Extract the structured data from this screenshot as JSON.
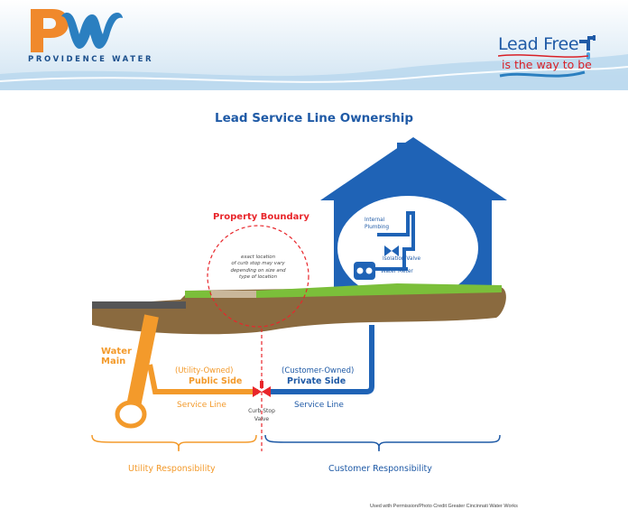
{
  "header": {
    "org_name": "PROVIDENCE WATER",
    "logo_letters": "PW",
    "campaign": {
      "line1": "Lead Free",
      "line2": "is the way to be"
    }
  },
  "diagram": {
    "title": "Lead Service Line Ownership",
    "property_boundary": "Property Boundary",
    "boundary_note": [
      "exact location",
      "of curb stop may vary",
      "depending on size and",
      "type of location"
    ],
    "internal_plumbing": [
      "Internal",
      "Plumbing"
    ],
    "isolation_valve": "Isolation Valve",
    "water_meter": "Water Meter",
    "water_main": [
      "Water",
      "Main"
    ],
    "utility_owned": "(Utility-Owned)",
    "public_side": "Public Side",
    "customer_owned": "(Customer-Owned)",
    "private_side": "Private Side",
    "service_line_left": "Service Line",
    "service_line_right": "Service Line",
    "curb_stop_valve": [
      "Curb Stop",
      "Valve"
    ],
    "utility_responsibility": "Utility Responsibility",
    "customer_responsibility": "Customer Responsibility",
    "credit": "Used with Permission/Photo Credit Greater Cincinnati Water Works"
  },
  "colors": {
    "utility": "#f39a2b",
    "customer": "#1f5aa6",
    "boundary": "#e8262b",
    "ground": "#8a6a3f",
    "grass": "#7bbf3a",
    "house": "#1f63b6"
  }
}
